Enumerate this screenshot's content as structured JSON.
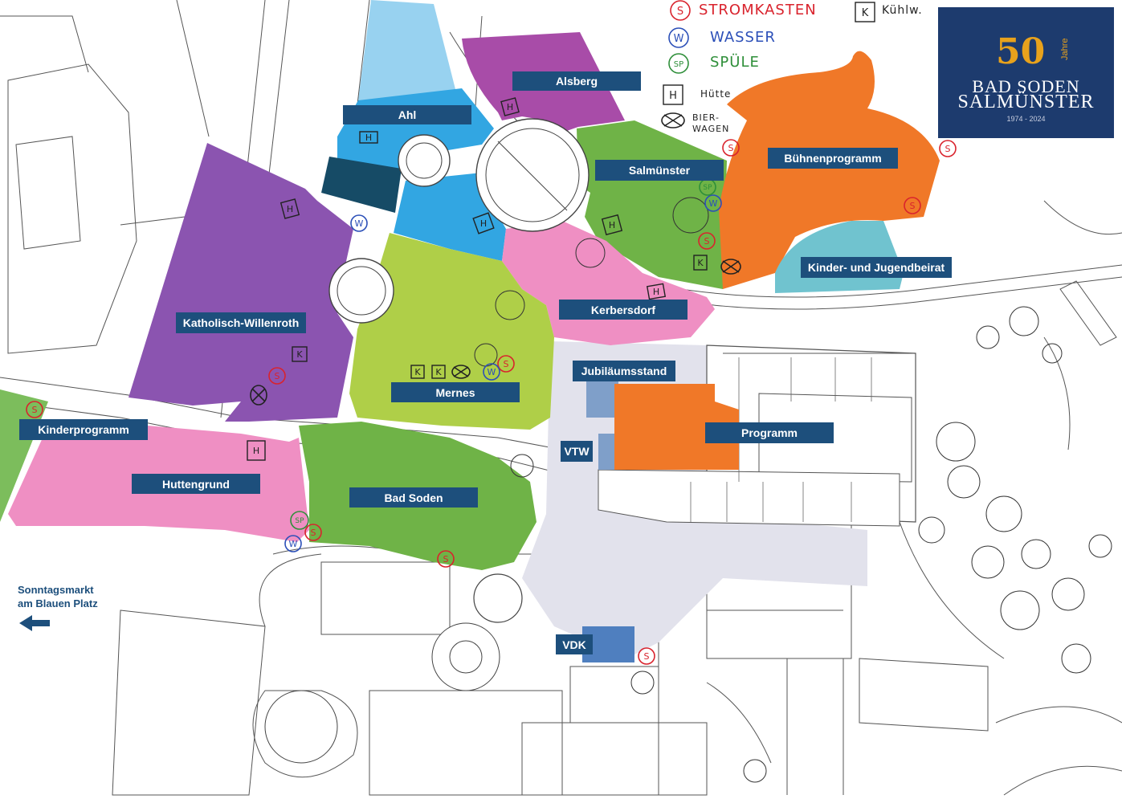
{
  "legend": [
    {
      "symbol": "S",
      "shape": "circle",
      "text": "STROMKASTEN",
      "color": "#d9232d"
    },
    {
      "symbol": "K",
      "shape": "square",
      "text": "Kühlw.",
      "color": "#222222"
    },
    {
      "symbol": "W",
      "shape": "circle",
      "text": "WASSER",
      "color": "#2b4fb8"
    },
    {
      "symbol": "SP",
      "shape": "circle",
      "text": "SPÜLE",
      "color": "#2f8f3a"
    },
    {
      "symbol": "H",
      "shape": "square",
      "text": "Hütte",
      "color": "#222222"
    },
    {
      "symbol": "",
      "shape": "crossed-circle",
      "text": "BIER-WAGEN",
      "color": "#222222"
    }
  ],
  "logo": {
    "number": "50",
    "suffix": "Jahre",
    "line1": "BAD SODEN",
    "line2": "SALMÜNSTER",
    "years": "1974 - 2024",
    "bg_color": "#1d3b6e",
    "accent_color": "#e8a21c"
  },
  "zones": [
    {
      "id": "alsberg",
      "label": "Alsberg",
      "color": "#a84ca8"
    },
    {
      "id": "ahl",
      "label": "Ahl",
      "color": "#32a6e2"
    },
    {
      "id": "salmuenster",
      "label": "Salmünster",
      "color": "#6fb347"
    },
    {
      "id": "buehnenprogramm",
      "label": "Bühnenprogramm",
      "color": "#f07828"
    },
    {
      "id": "kinder-jugendbeirat",
      "label": "Kinder- und Jugendbeirat",
      "color": "#70c3cf"
    },
    {
      "id": "katholisch-willenroth",
      "label": "Katholisch-Willenroth",
      "color": "#8b54b0"
    },
    {
      "id": "kerbersdorf",
      "label": "Kerbersdorf",
      "color": "#ef8fc3"
    },
    {
      "id": "jubilaeumsstand",
      "label": "Jubiläumsstand",
      "color": "#7f9fc9"
    },
    {
      "id": "mernes",
      "label": "Mernes",
      "color": "#afcf48"
    },
    {
      "id": "kinderprogramm",
      "label": "Kinderprogramm",
      "color": "#7cbd5c"
    },
    {
      "id": "programm",
      "label": "Programm",
      "color": "#f07828"
    },
    {
      "id": "vtw",
      "label": "VTW",
      "color": "#7f9fc9"
    },
    {
      "id": "huttengrund",
      "label": "Huttengrund",
      "color": "#ef8fc3"
    },
    {
      "id": "bad-soden",
      "label": "Bad Soden",
      "color": "#6fb347"
    },
    {
      "id": "vdk",
      "label": "VDK",
      "color": "#4f7fbf"
    }
  ],
  "sonntagsmarkt": {
    "line1": "Sonntagsmarkt",
    "line2": "am Blauen Platz",
    "arrow": "left-arrow"
  },
  "markers": {
    "strom_color": "#d9232d",
    "wasser_color": "#2b4fb8",
    "spuele_color": "#2f8f3a",
    "dark_color": "#222222"
  }
}
